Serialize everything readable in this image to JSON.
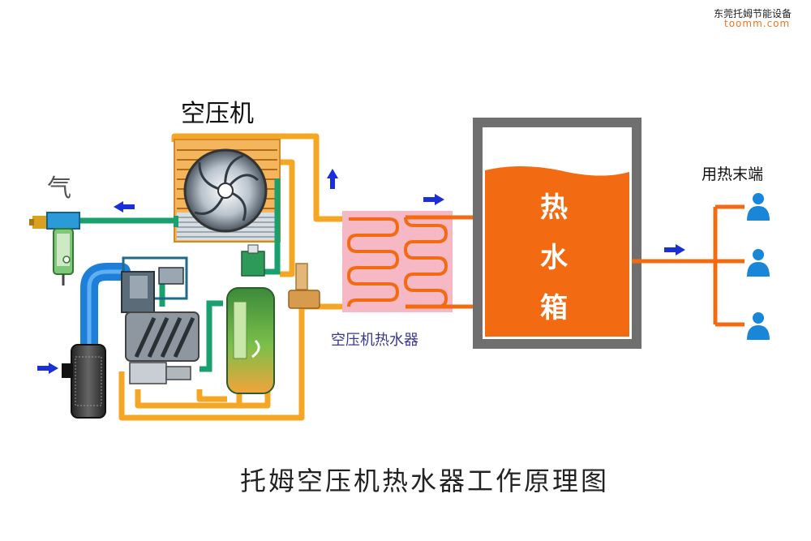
{
  "brand": {
    "company": "东莞托姆节能设备",
    "url": "toomm.com"
  },
  "labels": {
    "compressor": "空压机",
    "air": "气",
    "end_user": "用热末端",
    "heater": "空压机热水器",
    "tank_chars": [
      "热",
      "水",
      "箱"
    ]
  },
  "title": "托姆空压机热水器工作原理图",
  "colors": {
    "hot_pipe": "#f5a623",
    "hot_water": "#f26b12",
    "air_pipe": "#19a06e",
    "oil_pipe": "#1e7fd8",
    "exchanger_bg": "#f5b8c4",
    "tank_frame": "#6f6f6f",
    "arrow": "#1a2fd6",
    "user_icon": "#1a86d8"
  }
}
